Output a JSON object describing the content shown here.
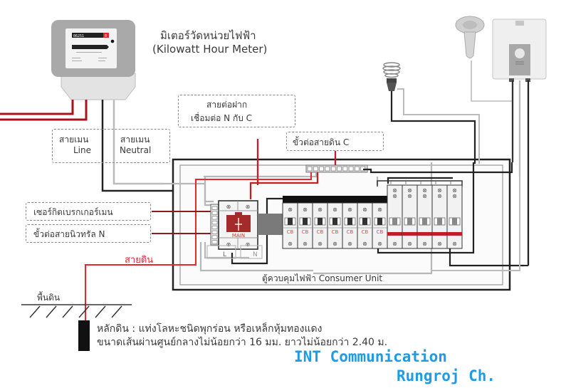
{
  "meter": {
    "title_th": "มิเตอร์วัดหน่วยไฟฟ้า",
    "title_en": "(Kilowatt Hour Meter)",
    "reading": "06251",
    "reading_last": "0"
  },
  "labels": {
    "line_th": "สายเมน",
    "line_en": "Line",
    "neutral_th": "สายเมน",
    "neutral_en": "Neutral",
    "jumper_line1": "สายต่อฝาก",
    "jumper_line2": "เชื่อมต่อ N กับ C",
    "ground_bar": "ขั้วต่อสายดิน C",
    "breaker": "เซอร์กิตเบรกเกอร์เมน",
    "neutral_bar": "ขั้วต่อสายนิวทรัล N",
    "ground_wire": "สายดิน",
    "floor": "พื้นดิน",
    "rod_line1": "หลักดิน : แท่งโลหะชนิดพุกร่อน หรือเหล็กหุ้มทองแดง",
    "rod_line2": "ขนาดเส้นผ่านศูนย์กลางไม่น้อยกว่า 16 มม. ยาวไม่น้อยกว่า 2.40 ม.",
    "consumer_unit": "ตู้ควบคุมไฟฟ้า Consumer Unit",
    "main_breaker": "MAIN",
    "terminal_L": "L",
    "terminal_N": "N",
    "cb_label": "CB",
    "cb_count": 7,
    "rcbo_count": 5
  },
  "credit": {
    "line1": "INT Communication",
    "line2": "Rungroj Ch."
  },
  "colors": {
    "live": "#c01f25",
    "ground": "#e8262d",
    "neutral": "#222222",
    "light_wire": "#b8b8b8",
    "brand": "#1e9be6",
    "main_breaker": "#a52a2a"
  }
}
